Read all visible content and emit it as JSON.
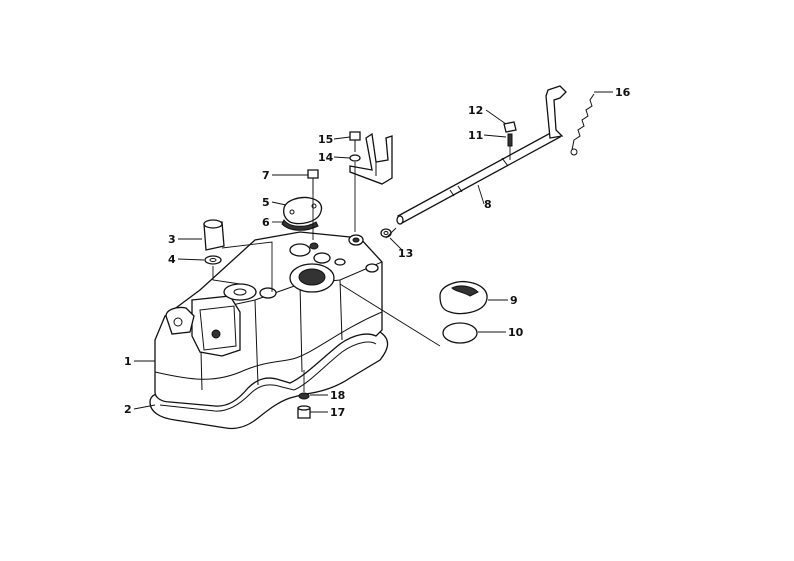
{
  "callouts": {
    "c1": "1",
    "c2": "2",
    "c3": "3",
    "c4": "4",
    "c5": "5",
    "c6": "6",
    "c7": "7",
    "c8": "8",
    "c9": "9",
    "c10": "10",
    "c11": "11",
    "c12": "12",
    "c13": "13",
    "c14": "14",
    "c15": "15",
    "c16": "16",
    "c17": "17",
    "c18": "18"
  },
  "colors": {
    "ink": "#111111",
    "paper": "#ffffff"
  }
}
